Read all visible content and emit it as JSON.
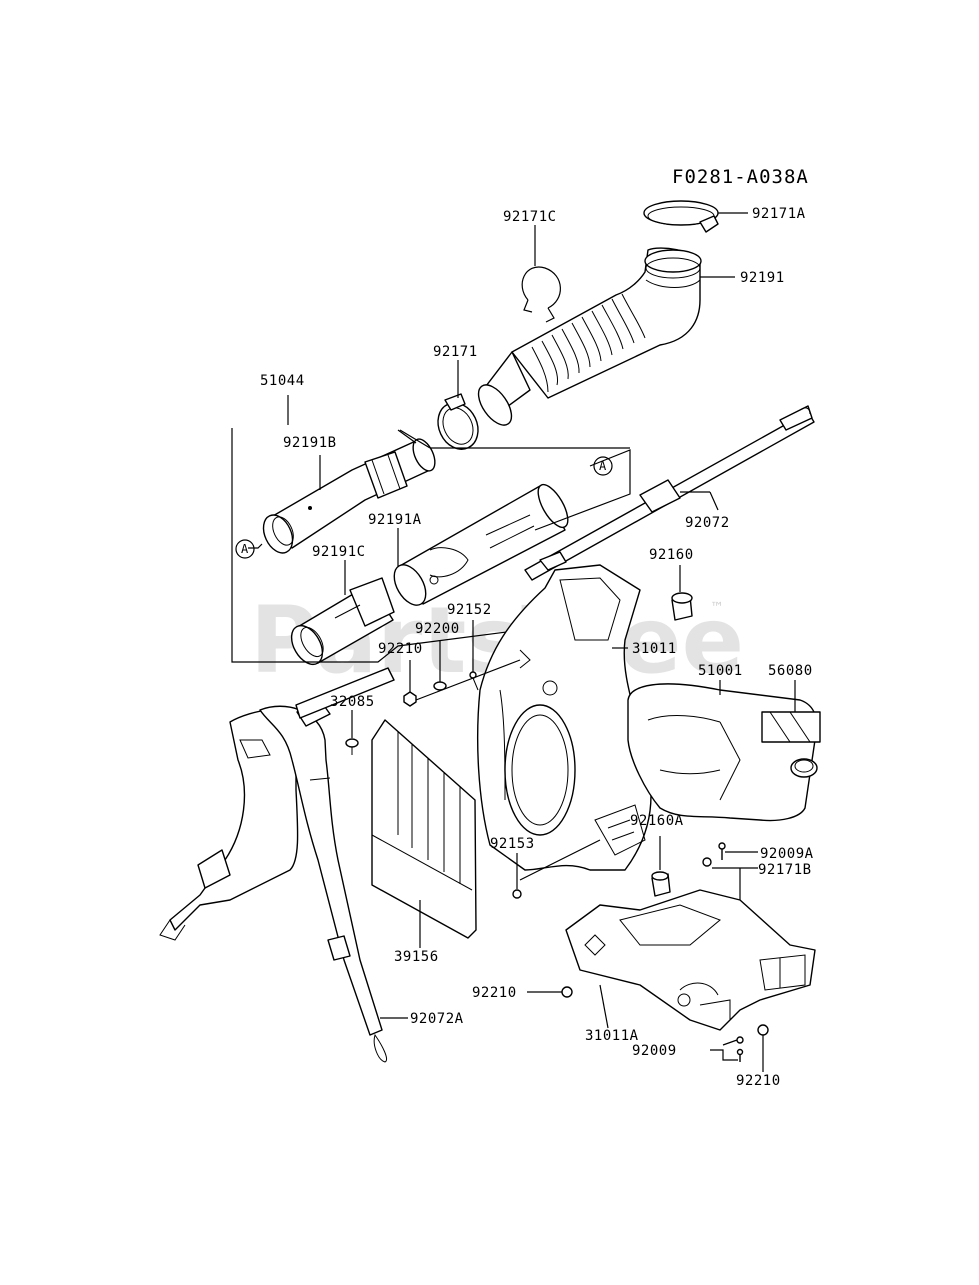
{
  "diagram": {
    "id": "F0281-A038A",
    "watermark": "PartsTree",
    "watermark_tm": "™",
    "callout_letter": "A",
    "labels": {
      "p92171C": "92171C",
      "p92171A": "92171A",
      "p92191": "92191",
      "p92171": "92171",
      "p51044": "51044",
      "p92191B": "92191B",
      "p92191A": "92191A",
      "p92072": "92072",
      "p92191C": "92191C",
      "p92160": "92160",
      "p92152": "92152",
      "p92200": "92200",
      "p92210_top": "92210",
      "p31011": "31011",
      "p51001": "51001",
      "p56080": "56080",
      "p32085": "32085",
      "p92160A": "92160A",
      "p92009A": "92009A",
      "p92153": "92153",
      "p92171B": "92171B",
      "p39156": "39156",
      "p92210_mid": "92210",
      "p31011A": "31011A",
      "p92009": "92009",
      "p92072A": "92072A",
      "p92210_bot": "92210"
    }
  }
}
